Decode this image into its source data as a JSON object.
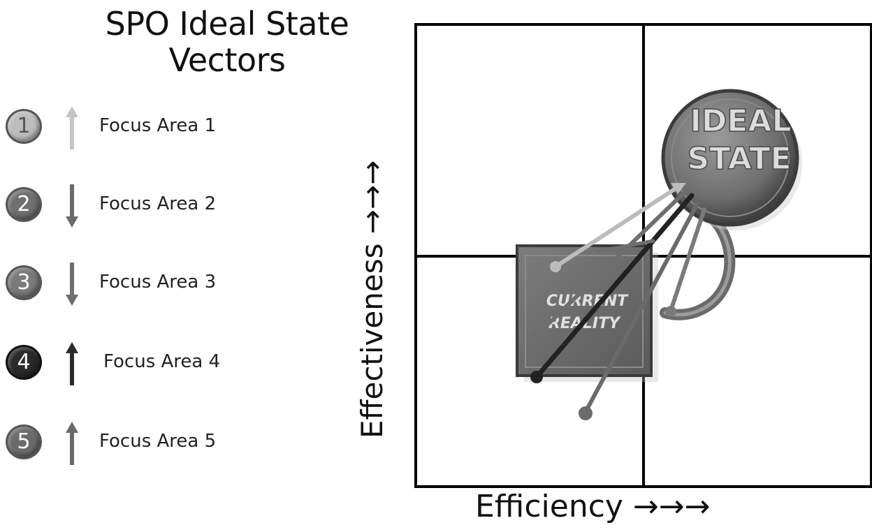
{
  "title": "SPO Ideal State Vectors",
  "legend": [
    {
      "number": "1",
      "direction": "up",
      "label": "Focus Area 1",
      "color": "#bdbdbd",
      "arrow_color": "#c4c4c4"
    },
    {
      "number": "2",
      "direction": "down",
      "label": "Focus Area 2",
      "color": "#6f6f6f",
      "arrow_color": "#6a6a6a"
    },
    {
      "number": "3",
      "direction": "down",
      "label": "Focus Area 3",
      "color": "#7a7a7a",
      "arrow_color": "#6e6e6e"
    },
    {
      "number": "4",
      "direction": "up",
      "label": "Focus Area 4",
      "color": "#2a2a2a",
      "arrow_color": "#2b2b2b"
    },
    {
      "number": "5",
      "direction": "up",
      "label": "Focus Area 5",
      "color": "#6b6b6b",
      "arrow_color": "#6a6a6a"
    }
  ],
  "y_axis_label": "Effectiveness →→→",
  "x_axis_label": "Efficiency →→→",
  "current_reality_label": [
    "CURRENT",
    "REALITY"
  ],
  "ideal_state_label": [
    "IDEAL",
    "STATE"
  ]
}
